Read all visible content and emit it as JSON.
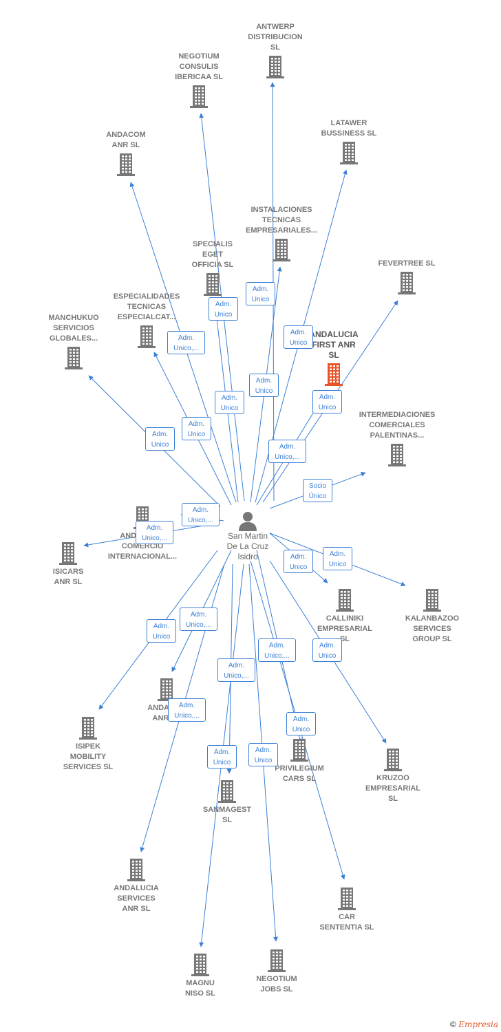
{
  "person": {
    "label": "San Martin\nDe La Cruz\nIsidro",
    "icon": "person-icon"
  },
  "colors": {
    "edge": "#3a7fd5",
    "company": "#777777",
    "focus": "#e8542a"
  },
  "companies": [
    {
      "id": "antwerp",
      "label": "ANTWERP\nDISTRIBUCION\nSL"
    },
    {
      "id": "negotium-consulis",
      "label": "NEGOTIUM\nCONSULIS\nIBERICAA  SL"
    },
    {
      "id": "latawer",
      "label": "LATAWER\nBUSSINESS  SL"
    },
    {
      "id": "andacom",
      "label": "ANDACOM\nANR  SL"
    },
    {
      "id": "instalaciones",
      "label": "INSTALACIONES\nTECNICAS\nEMPRESARIALES..."
    },
    {
      "id": "specialis",
      "label": "SPECIALIS\nEGET\nOFFICIA  SL"
    },
    {
      "id": "fevertree",
      "label": "FEVERTREE SL"
    },
    {
      "id": "especialidades",
      "label": "ESPECIALIDADES\nTECNICAS\nESPECIALCAT..."
    },
    {
      "id": "manchukuo",
      "label": "MANCHUKUO\nSERVICIOS\nGLOBALES..."
    },
    {
      "id": "andalucia-first",
      "label": "ANDALUCIA\nFIRST ANR\nSL",
      "focus": true
    },
    {
      "id": "intermediaciones",
      "label": "INTERMEDIACIONES\nCOMERCIALES\nPALENTINAS..."
    },
    {
      "id": "andalucia-comercio",
      "label": "ANDALUCIA\nCOMERCIO\nINTERNACIONAL..."
    },
    {
      "id": "isicars",
      "label": "ISICARS\nANR  SL"
    },
    {
      "id": "calliniki",
      "label": "CALLINIKI\nEMPRESARIAL\nSL"
    },
    {
      "id": "kalanbazoo",
      "label": "KALANBAZOO\nSERVICES\nGROUP  SL"
    },
    {
      "id": "andacar",
      "label": "ANDACAR\nANR  SL"
    },
    {
      "id": "isipek",
      "label": "ISIPEK\nMOBILITY\nSERVICES  SL"
    },
    {
      "id": "privilegium",
      "label": "PRIVILEGIUM\nCARS  SL"
    },
    {
      "id": "kruzoo",
      "label": "KRUZOO\nEMPRESARIAL\nSL"
    },
    {
      "id": "sanmagest",
      "label": "SANMAGEST\nSL"
    },
    {
      "id": "andalucia-services",
      "label": "ANDALUCIA\nSERVICES\nANR  SL"
    },
    {
      "id": "car-sententia",
      "label": "CAR\nSENTENTIA  SL"
    },
    {
      "id": "magnu",
      "label": "MAGNU\nNISO  SL"
    },
    {
      "id": "negotium-jobs",
      "label": "NEGOTIUM\nJOBS  SL"
    }
  ],
  "roles": [
    {
      "id": "r-instal",
      "text": "Adm.\nUnico"
    },
    {
      "id": "r-specialis",
      "text": "Adm.\nUnico"
    },
    {
      "id": "r-latawer",
      "text": "Adm.\nUnico"
    },
    {
      "id": "r-especial",
      "text": "Adm.\nUnico,..."
    },
    {
      "id": "r-antwerp",
      "text": "Adm.\nUnico"
    },
    {
      "id": "r-fevertree",
      "text": "Adm.\nUnico"
    },
    {
      "id": "r-negotium-c",
      "text": "Adm.\nUnico"
    },
    {
      "id": "r-andacom",
      "text": "Adm.\nUnico"
    },
    {
      "id": "r-manchukuo",
      "text": "Adm.\nUnico"
    },
    {
      "id": "r-andalucia-first",
      "text": "Adm.\nUnico,..."
    },
    {
      "id": "r-intermed",
      "text": "Socio\nÚnico"
    },
    {
      "id": "r-comercio",
      "text": "Adm.\nUnico,..."
    },
    {
      "id": "r-isicars",
      "text": "Adm.\nUnico,..."
    },
    {
      "id": "r-calliniki",
      "text": "Adm.\nUnico"
    },
    {
      "id": "r-kalanbazoo",
      "text": "Adm.\nUnico"
    },
    {
      "id": "r-andacar",
      "text": "Adm.\nUnico,..."
    },
    {
      "id": "r-isipek",
      "text": "Adm.\nUnico"
    },
    {
      "id": "r-privilegium",
      "text": "Adm.\nUnico,..."
    },
    {
      "id": "r-kruzoo",
      "text": "Adm.\nUnico"
    },
    {
      "id": "r-magnu",
      "text": "Adm.\nUnico,..."
    },
    {
      "id": "r-services",
      "text": "Adm.\nUnico,..."
    },
    {
      "id": "r-car",
      "text": "Adm.\nUnico"
    },
    {
      "id": "r-sanmagest",
      "text": "Adm.\nUnico"
    },
    {
      "id": "r-jobs",
      "text": "Adm.\nUnico"
    }
  ],
  "brand": {
    "copyright": "©",
    "name": "Empresia"
  }
}
